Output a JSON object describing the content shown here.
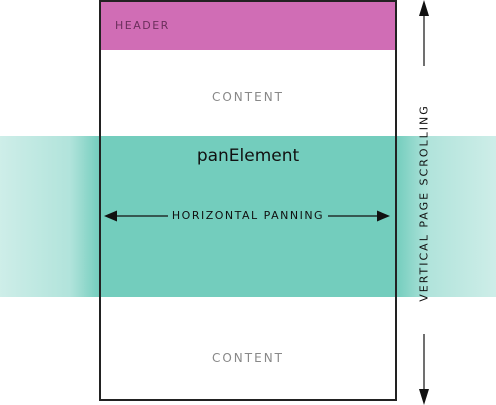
{
  "header": {
    "label": "HEADER"
  },
  "content": {
    "top_label": "CONTENT",
    "bottom_label": "CONTENT"
  },
  "pan_element": {
    "title": "panElement",
    "arrow_label": "HORIZONTAL PANNING"
  },
  "page_scroll": {
    "label": "VERTICAL PAGE SCROLLING"
  },
  "colors": {
    "header": "#d06db5",
    "pan_band": "#73cdbd",
    "frame": "#222222"
  }
}
